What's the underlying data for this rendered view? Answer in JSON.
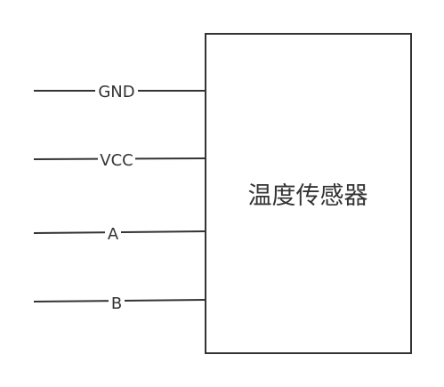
{
  "sensor": {
    "label": "温度传感器"
  },
  "pins": [
    {
      "label": "GND"
    },
    {
      "label": "VCC"
    },
    {
      "label": "A"
    },
    {
      "label": "B"
    }
  ],
  "colors": {
    "stroke": "#333333",
    "background": "#ffffff"
  }
}
